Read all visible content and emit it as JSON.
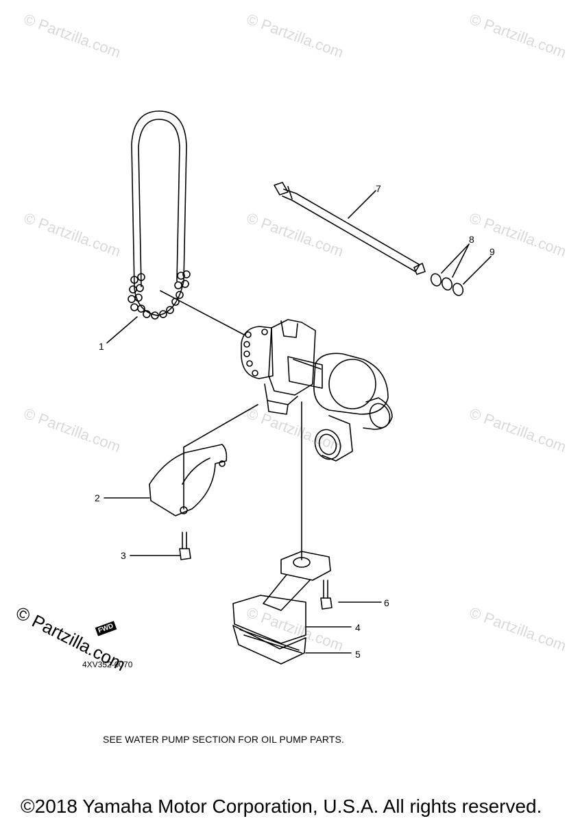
{
  "watermark": "© Partzilla.com",
  "callouts": [
    {
      "id": "1",
      "label": "1"
    },
    {
      "id": "2",
      "label": "2"
    },
    {
      "id": "3",
      "label": "3"
    },
    {
      "id": "4",
      "label": "4"
    },
    {
      "id": "5",
      "label": "5"
    },
    {
      "id": "6",
      "label": "6"
    },
    {
      "id": "7",
      "label": "7"
    },
    {
      "id": "8",
      "label": "8"
    },
    {
      "id": "9",
      "label": "9"
    }
  ],
  "fwd_mark": "FWD",
  "drawing_code": "4XV352-0070",
  "note": "SEE WATER PUMP SECTION FOR OIL PUMP PARTS.",
  "logo": "© Partzilla.com",
  "copyright": "©2018 Yamaha Motor Corporation, U.S.A. All rights reserved."
}
